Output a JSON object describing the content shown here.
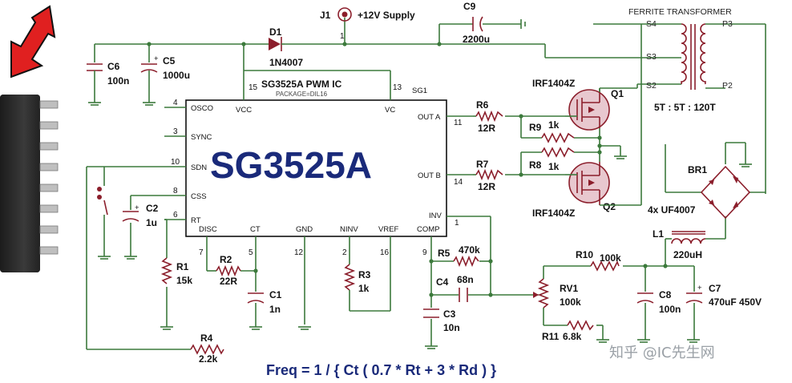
{
  "ic": {
    "name": "SG3525A PWM IC",
    "package": "PACKAGE=DIL16",
    "ref": "SG1",
    "big_label": "SG3525A",
    "pins_left": [
      {
        "num": "4",
        "name": "OSCO"
      },
      {
        "num": "3",
        "name": "SYNC"
      },
      {
        "num": "10",
        "name": "SDN"
      },
      {
        "num": "8",
        "name": "CSS"
      },
      {
        "num": "6",
        "name": "RT"
      }
    ],
    "pins_top": [
      {
        "num": "15",
        "name": "VCC"
      },
      {
        "num": "13",
        "name": "VC"
      }
    ],
    "pins_right": [
      {
        "num": "11",
        "name": "OUT A"
      },
      {
        "num": "14",
        "name": "OUT B"
      },
      {
        "num": "1",
        "name": "INV"
      }
    ],
    "pins_bottom": [
      {
        "num": "7",
        "name": "DISC"
      },
      {
        "num": "5",
        "name": "CT"
      },
      {
        "num": "12",
        "name": "GND"
      },
      {
        "num": "2",
        "name": "NINV"
      },
      {
        "num": "16",
        "name": "VREF"
      },
      {
        "num": "9",
        "name": "COMP"
      }
    ]
  },
  "supply": {
    "ref": "J1",
    "label": "+12V Supply",
    "pin": "1"
  },
  "diode": {
    "ref": "D1",
    "value": "1N4007"
  },
  "transformer": {
    "title": "FERRITE TRANSFORMER",
    "taps": [
      "S4",
      "S3",
      "S2",
      "P3",
      "P2"
    ],
    "ratio": "5T : 5T : 120T"
  },
  "components": {
    "C9": {
      "ref": "C9",
      "value": "2200u"
    },
    "C6": {
      "ref": "C6",
      "value": "100n"
    },
    "C5": {
      "ref": "C5",
      "value": "1000u"
    },
    "C2": {
      "ref": "C2",
      "value": "1u"
    },
    "R1": {
      "ref": "R1",
      "value": "15k"
    },
    "R2": {
      "ref": "R2",
      "value": "22R"
    },
    "C1": {
      "ref": "C1",
      "value": "1n"
    },
    "R3": {
      "ref": "R3",
      "value": "1k"
    },
    "R4": {
      "ref": "R4",
      "value": "2.2k"
    },
    "R5": {
      "ref": "R5",
      "value": "470k"
    },
    "C4": {
      "ref": "C4",
      "value": "68n"
    },
    "C3": {
      "ref": "C3",
      "value": "10n"
    },
    "R6": {
      "ref": "R6",
      "value": "12R"
    },
    "R7": {
      "ref": "R7",
      "value": "12R"
    },
    "R8": {
      "ref": "R8",
      "value": "1k"
    },
    "R9": {
      "ref": "R9",
      "value": "1k"
    },
    "Q1": {
      "ref": "Q1",
      "value": "IRF1404Z"
    },
    "Q2": {
      "ref": "Q2",
      "value": "IRF1404Z"
    },
    "BR1": {
      "ref": "BR1",
      "value": "4x UF4007"
    },
    "L1": {
      "ref": "L1",
      "value": "220uH"
    },
    "R10": {
      "ref": "R10",
      "value": "100k"
    },
    "RV1": {
      "ref": "RV1",
      "value": "100k"
    },
    "R11": {
      "ref": "R11",
      "value": "6.8k"
    },
    "C8": {
      "ref": "C8",
      "value": "100n"
    },
    "C7": {
      "ref": "C7",
      "value": "470uF 450V"
    }
  },
  "formula": "Freq = 1 / { Ct ( 0.7 * Rt  +  3 * Rd ) }",
  "watermark": "知乎 @IC先生网",
  "colors": {
    "wire": "#3c7a3c",
    "part": "#8b1e2b",
    "title": "#1a2a7a",
    "arrow": "#e02020",
    "chip": "#2b2b2b"
  }
}
